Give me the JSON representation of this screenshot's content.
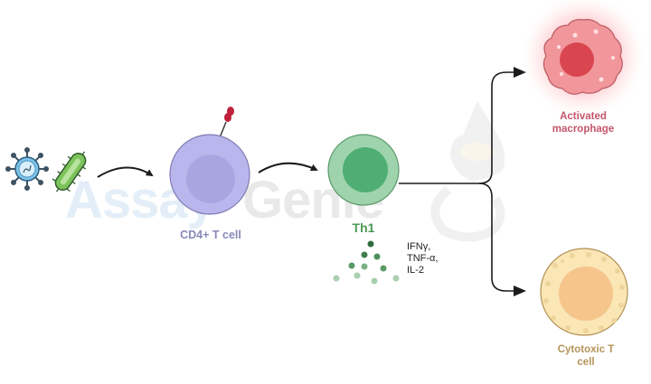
{
  "diagram": {
    "watermark": {
      "part1": "Assay",
      "part2": "Genie",
      "color1": "#e3eef8",
      "color2": "#e9e9e9"
    },
    "pathogens": {
      "virus": "virus-icon",
      "bacterium": "bacterium-icon"
    },
    "cells": {
      "cd4": {
        "label": "CD4+ T cell",
        "label_color": "#8a88b8",
        "membrane_color": "#b9b6ee",
        "nucleus_color": "#a8a6e0",
        "receptor_color": "#c0203a"
      },
      "th1": {
        "label": "Th1",
        "label_color": "#4a9a55",
        "membrane_color": "#9fd3ad",
        "nucleus_color": "#4fae74"
      },
      "macrophage": {
        "label_line1": "Activated",
        "label_line2": "macrophage",
        "label_color": "#c4566a",
        "body_color": "#f1979c",
        "nucleus_color": "#d9464f",
        "glow_color": "#ff8f96"
      },
      "cytotoxic": {
        "label_line1": "Cytotoxic T",
        "label_line2": "cell",
        "label_color": "#b5945a",
        "body_color": "#fbe6b6",
        "nucleus_color": "#f5c58c"
      }
    },
    "cytokines": {
      "line1": "IFNγ,",
      "line2": "TNF-α,",
      "line3": "IL-2",
      "text_color": "#222222"
    },
    "arrows": {
      "color": "#1c1c1c"
    }
  }
}
